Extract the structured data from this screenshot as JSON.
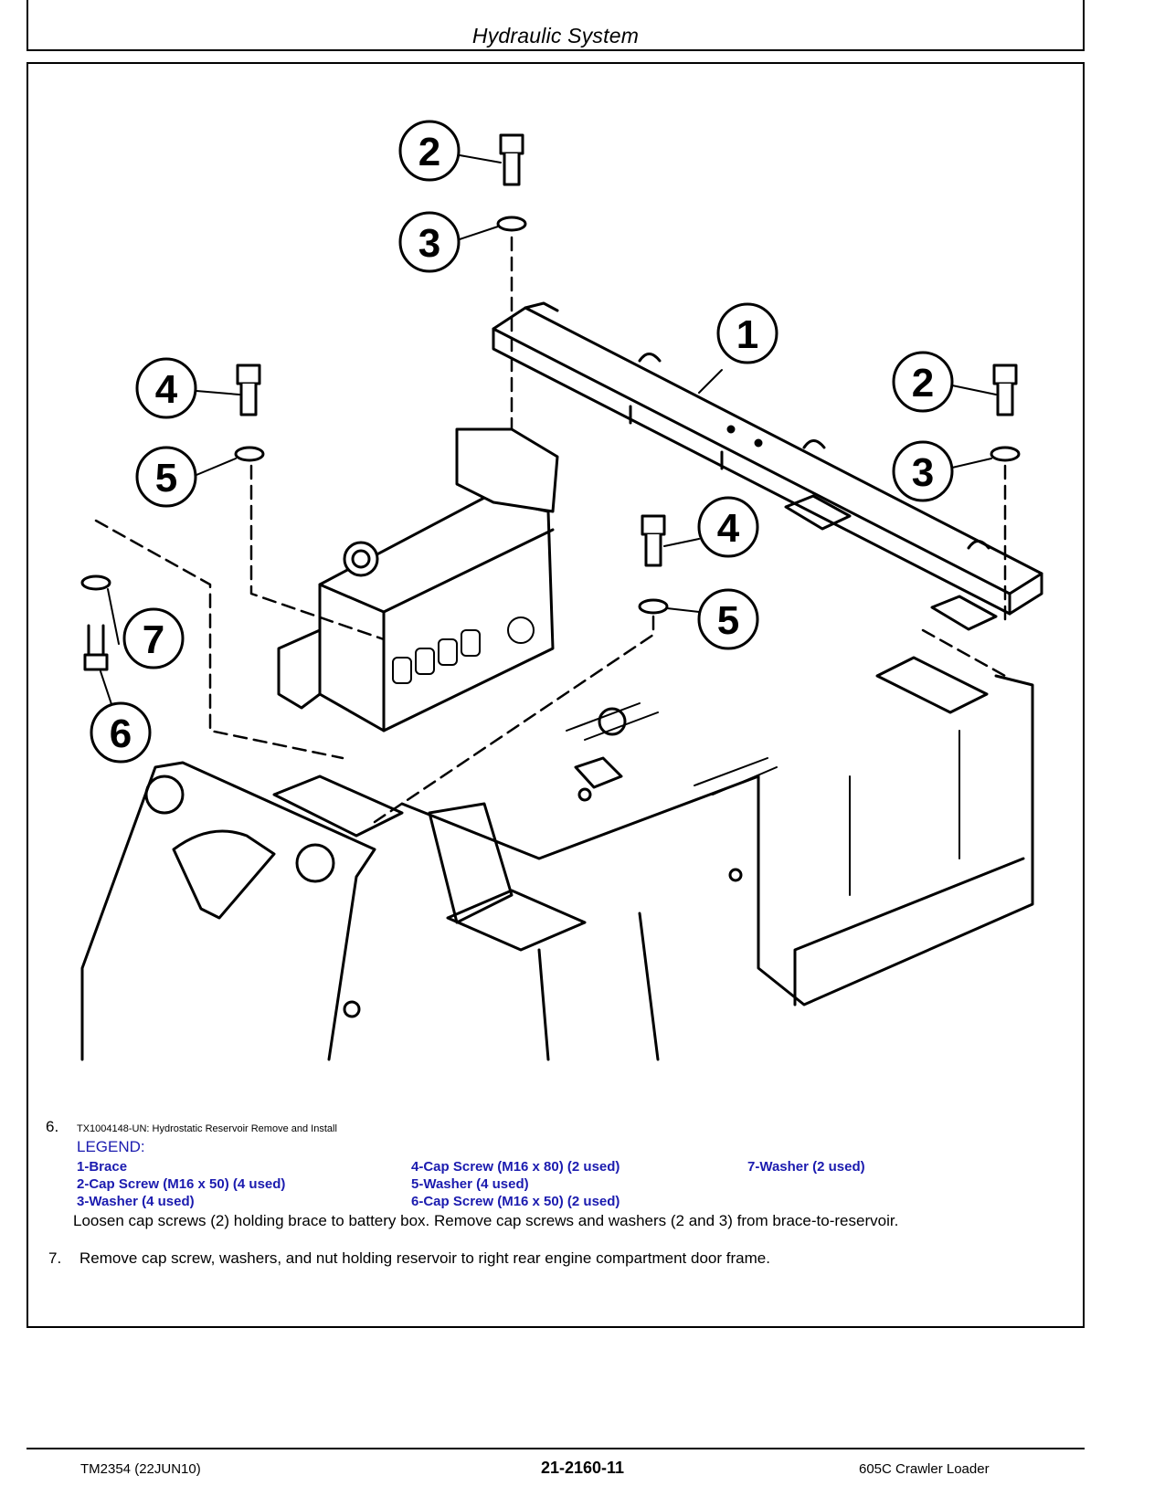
{
  "header": {
    "section_title": "Hydraulic System"
  },
  "figure": {
    "callouts": [
      "1",
      "2",
      "3",
      "4",
      "5",
      "6",
      "7"
    ]
  },
  "step6": {
    "number": "6.",
    "caption": "TX1004148-UN: Hydrostatic Reservoir Remove and Install",
    "legend_title": "LEGEND:",
    "legend": [
      "1-Brace",
      "2-Cap Screw (M16 x 50) (4 used)",
      "3-Washer (4 used)",
      "4-Cap Screw (M16 x 80) (2 used)",
      "5-Washer (4 used)",
      "6-Cap Screw (M16 x 50) (2 used)",
      "7-Washer (2 used)"
    ],
    "text": "Loosen cap screws (2) holding brace to battery box. Remove cap screws and washers (2 and 3) from brace-to-reservoir."
  },
  "step7": {
    "number": "7.",
    "text": "Remove cap screw, washers, and nut holding reservoir to right rear engine compartment door frame."
  },
  "footer": {
    "left": "TM2354 (22JUN10)",
    "center": "21-2160-11",
    "right": "605C Crawler Loader"
  },
  "colors": {
    "legend": "#1b1baf",
    "ink": "#000000"
  }
}
